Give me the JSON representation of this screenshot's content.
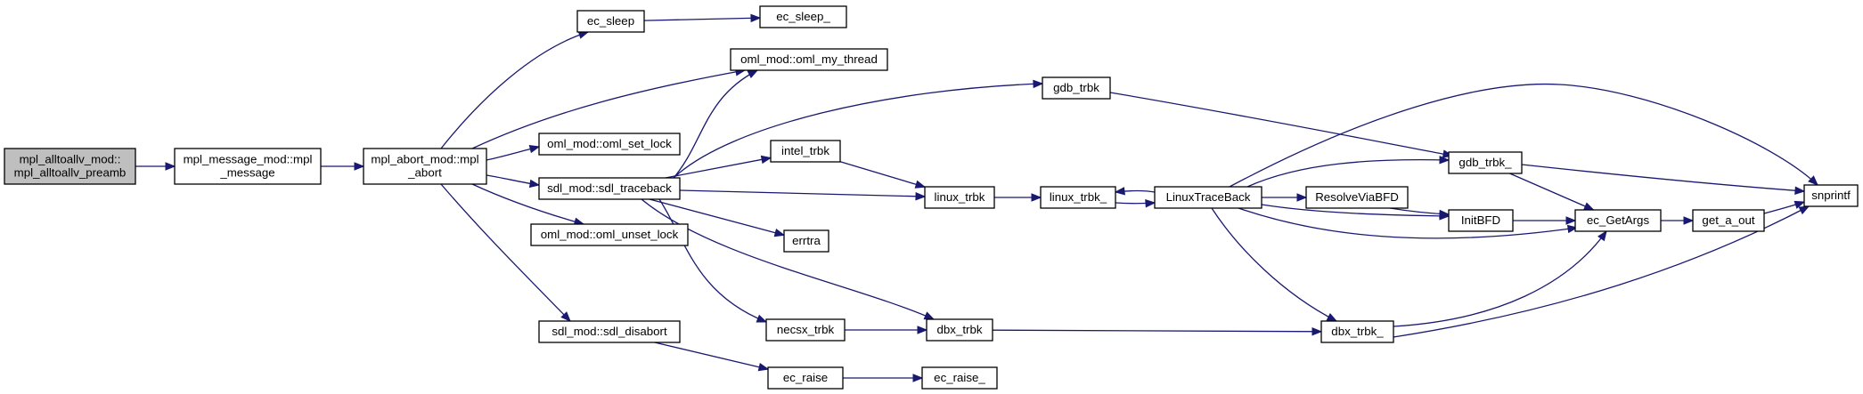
{
  "colors": {
    "edge": "#191970",
    "root_fill": "#bfbfbf",
    "node_fill": "#ffffff",
    "node_border": "#000000"
  },
  "nodes": [
    {
      "id": "root",
      "lines": [
        "mpl_alltoallv_mod::",
        "mpl_alltoallv_preamb"
      ],
      "root": true
    },
    {
      "id": "mpl_message",
      "lines": [
        "mpl_message_mod::mpl",
        "_message"
      ]
    },
    {
      "id": "mpl_abort",
      "lines": [
        "mpl_abort_mod::mpl",
        "_abort"
      ]
    },
    {
      "id": "ec_sleep",
      "lines": [
        "ec_sleep"
      ]
    },
    {
      "id": "ec_sleep_",
      "lines": [
        "ec_sleep_"
      ]
    },
    {
      "id": "oml_my_thread",
      "lines": [
        "oml_mod::oml_my_thread"
      ]
    },
    {
      "id": "oml_set_lock",
      "lines": [
        "oml_mod::oml_set_lock"
      ]
    },
    {
      "id": "sdl_traceback",
      "lines": [
        "sdl_mod::sdl_traceback"
      ]
    },
    {
      "id": "oml_unset_lock",
      "lines": [
        "oml_mod::oml_unset_lock"
      ]
    },
    {
      "id": "sdl_disabort",
      "lines": [
        "sdl_mod::sdl_disabort"
      ]
    },
    {
      "id": "gdb_trbk",
      "lines": [
        "gdb_trbk"
      ]
    },
    {
      "id": "intel_trbk",
      "lines": [
        "intel_trbk"
      ]
    },
    {
      "id": "linux_trbk",
      "lines": [
        "linux_trbk"
      ]
    },
    {
      "id": "errtra",
      "lines": [
        "errtra"
      ]
    },
    {
      "id": "necsx_trbk",
      "lines": [
        "necsx_trbk"
      ]
    },
    {
      "id": "dbx_trbk",
      "lines": [
        "dbx_trbk"
      ]
    },
    {
      "id": "ec_raise",
      "lines": [
        "ec_raise"
      ]
    },
    {
      "id": "ec_raise_",
      "lines": [
        "ec_raise_"
      ]
    },
    {
      "id": "linux_trbk_",
      "lines": [
        "linux_trbk_"
      ]
    },
    {
      "id": "LinuxTraceBack",
      "lines": [
        "LinuxTraceBack"
      ]
    },
    {
      "id": "gdb_trbk_",
      "lines": [
        "gdb_trbk_"
      ]
    },
    {
      "id": "ResolveViaBFD",
      "lines": [
        "ResolveViaBFD"
      ]
    },
    {
      "id": "InitBFD",
      "lines": [
        "InitBFD"
      ]
    },
    {
      "id": "dbx_trbk_",
      "lines": [
        "dbx_trbk_"
      ]
    },
    {
      "id": "ec_GetArgs",
      "lines": [
        "ec_GetArgs"
      ]
    },
    {
      "id": "get_a_out",
      "lines": [
        "get_a_out"
      ]
    },
    {
      "id": "snprintf",
      "lines": [
        "snprintf"
      ]
    }
  ],
  "edges": [
    [
      "root",
      "mpl_message"
    ],
    [
      "mpl_message",
      "mpl_abort"
    ],
    [
      "mpl_abort",
      "ec_sleep"
    ],
    [
      "mpl_abort",
      "oml_my_thread"
    ],
    [
      "mpl_abort",
      "oml_set_lock"
    ],
    [
      "mpl_abort",
      "sdl_traceback"
    ],
    [
      "mpl_abort",
      "oml_unset_lock"
    ],
    [
      "mpl_abort",
      "sdl_disabort"
    ],
    [
      "ec_sleep",
      "ec_sleep_"
    ],
    [
      "sdl_traceback",
      "oml_my_thread"
    ],
    [
      "sdl_traceback",
      "gdb_trbk"
    ],
    [
      "sdl_traceback",
      "intel_trbk"
    ],
    [
      "sdl_traceback",
      "linux_trbk"
    ],
    [
      "sdl_traceback",
      "errtra"
    ],
    [
      "sdl_traceback",
      "necsx_trbk"
    ],
    [
      "sdl_traceback",
      "dbx_trbk"
    ],
    [
      "sdl_disabort",
      "ec_raise"
    ],
    [
      "ec_raise",
      "ec_raise_"
    ],
    [
      "gdb_trbk",
      "gdb_trbk_"
    ],
    [
      "intel_trbk",
      "linux_trbk"
    ],
    [
      "linux_trbk",
      "linux_trbk_"
    ],
    [
      "necsx_trbk",
      "dbx_trbk"
    ],
    [
      "dbx_trbk",
      "dbx_trbk_"
    ],
    [
      "linux_trbk_",
      "LinuxTraceBack"
    ],
    [
      "LinuxTraceBack",
      "linux_trbk_"
    ],
    [
      "LinuxTraceBack",
      "gdb_trbk_"
    ],
    [
      "LinuxTraceBack",
      "ResolveViaBFD"
    ],
    [
      "LinuxTraceBack",
      "InitBFD"
    ],
    [
      "LinuxTraceBack",
      "ec_GetArgs"
    ],
    [
      "LinuxTraceBack",
      "dbx_trbk_"
    ],
    [
      "LinuxTraceBack",
      "snprintf"
    ],
    [
      "ResolveViaBFD",
      "InitBFD"
    ],
    [
      "gdb_trbk_",
      "ec_GetArgs"
    ],
    [
      "gdb_trbk_",
      "snprintf"
    ],
    [
      "InitBFD",
      "ec_GetArgs"
    ],
    [
      "dbx_trbk_",
      "ec_GetArgs"
    ],
    [
      "dbx_trbk_",
      "snprintf"
    ],
    [
      "ec_GetArgs",
      "get_a_out"
    ],
    [
      "get_a_out",
      "snprintf"
    ]
  ]
}
